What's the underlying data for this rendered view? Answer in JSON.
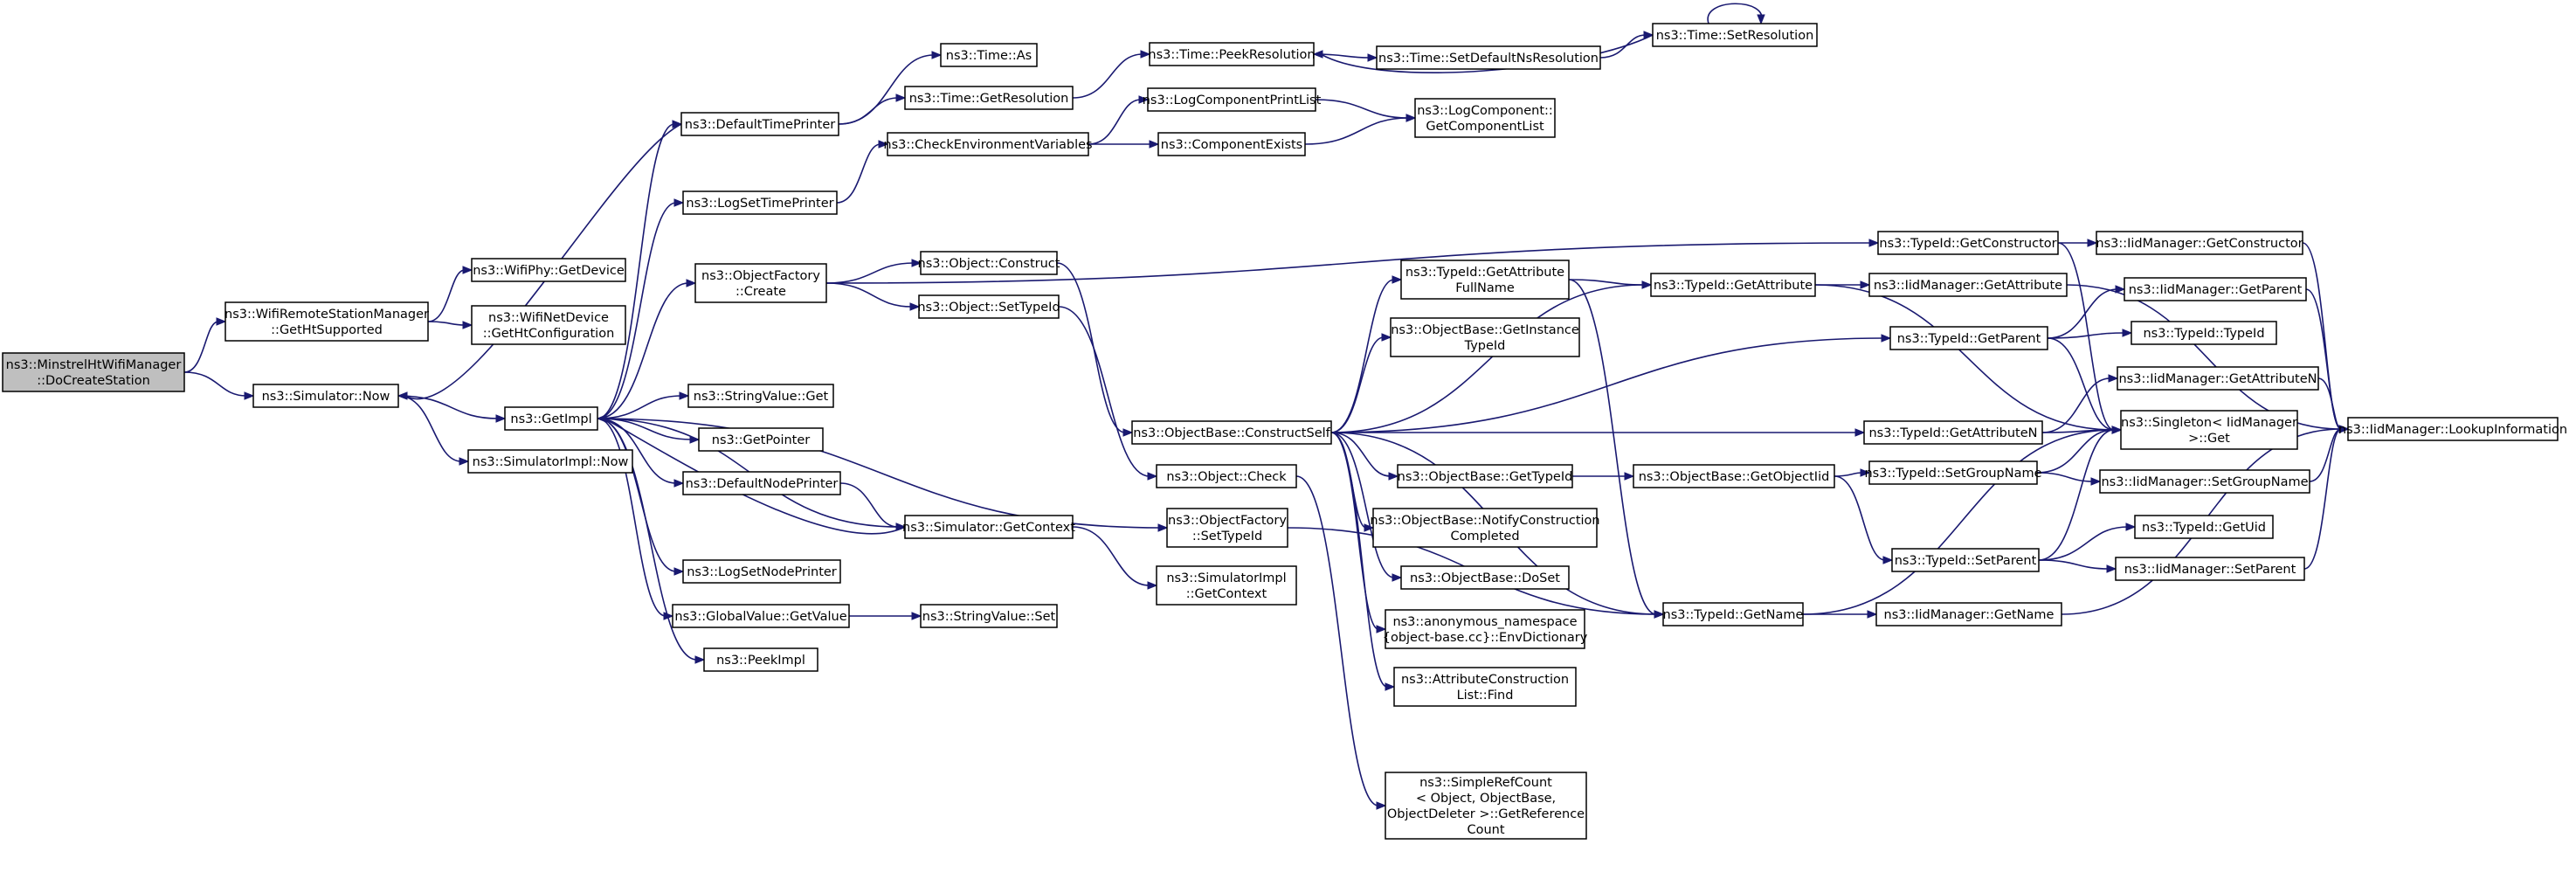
{
  "nodes": [
    {
      "id": "root",
      "lines": [
        "ns3::MinstrelHtWifiManager",
        "::DoCreateStation"
      ]
    },
    {
      "id": "getHtSupported",
      "lines": [
        "ns3::WifiRemoteStationManager",
        "::GetHtSupported"
      ]
    },
    {
      "id": "simNow",
      "lines": [
        "ns3::Simulator::Now"
      ]
    },
    {
      "id": "getDevice",
      "lines": [
        "ns3::WifiPhy::GetDevice"
      ]
    },
    {
      "id": "getHtConfig",
      "lines": [
        "ns3::WifiNetDevice",
        "::GetHtConfiguration"
      ]
    },
    {
      "id": "getImpl",
      "lines": [
        "ns3::GetImpl"
      ]
    },
    {
      "id": "simImplNow",
      "lines": [
        "ns3::SimulatorImpl::Now"
      ]
    },
    {
      "id": "defaultTimePrinter",
      "lines": [
        "ns3::DefaultTimePrinter"
      ]
    },
    {
      "id": "logSetTimePrinter",
      "lines": [
        "ns3::LogSetTimePrinter"
      ]
    },
    {
      "id": "objFactoryCreate",
      "lines": [
        "ns3::ObjectFactory",
        "::Create"
      ]
    },
    {
      "id": "stringValueGet",
      "lines": [
        "ns3::StringValue::Get"
      ]
    },
    {
      "id": "getPointer",
      "lines": [
        "ns3::GetPointer"
      ]
    },
    {
      "id": "defaultNodePrinter",
      "lines": [
        "ns3::DefaultNodePrinter"
      ]
    },
    {
      "id": "logSetNodePrinter",
      "lines": [
        "ns3::LogSetNodePrinter"
      ]
    },
    {
      "id": "globalValueGetValue",
      "lines": [
        "ns3::GlobalValue::GetValue"
      ]
    },
    {
      "id": "peekImpl",
      "lines": [
        "ns3::PeekImpl"
      ]
    },
    {
      "id": "timeAs",
      "lines": [
        "ns3::Time::As"
      ]
    },
    {
      "id": "timeGetResolution",
      "lines": [
        "ns3::Time::GetResolution"
      ]
    },
    {
      "id": "checkEnvVars",
      "lines": [
        "ns3::CheckEnvironmentVariables"
      ]
    },
    {
      "id": "objectConstruct",
      "lines": [
        "ns3::Object::Construct"
      ]
    },
    {
      "id": "objectSetTypeId",
      "lines": [
        "ns3::Object::SetTypeId"
      ]
    },
    {
      "id": "simGetContext",
      "lines": [
        "ns3::Simulator::GetContext"
      ]
    },
    {
      "id": "stringValueSet",
      "lines": [
        "ns3::StringValue::Set"
      ]
    },
    {
      "id": "objectCheck",
      "lines": [
        "ns3::Object::Check"
      ]
    },
    {
      "id": "objFactorySetTypeId",
      "lines": [
        "ns3::ObjectFactory",
        "::SetTypeId"
      ]
    },
    {
      "id": "simImplGetContext",
      "lines": [
        "ns3::SimulatorImpl",
        "::GetContext"
      ]
    },
    {
      "id": "timePeekResolution",
      "lines": [
        "ns3::Time::PeekResolution"
      ]
    },
    {
      "id": "logComponentPrintList",
      "lines": [
        "ns3::LogComponentPrintList"
      ]
    },
    {
      "id": "componentExists",
      "lines": [
        "ns3::ComponentExists"
      ]
    },
    {
      "id": "objBaseConstructSelf",
      "lines": [
        "ns3::ObjectBase::ConstructSelf"
      ]
    },
    {
      "id": "timeSetDefaultNsRes",
      "lines": [
        "ns3::Time::SetDefaultNsResolution"
      ]
    },
    {
      "id": "timeSetResolution",
      "lines": [
        "ns3::Time::SetResolution"
      ]
    },
    {
      "id": "logCompGetList",
      "lines": [
        "ns3::LogComponent::",
        "GetComponentList"
      ]
    },
    {
      "id": "typeIdGetAttrFullName",
      "lines": [
        "ns3::TypeId::GetAttribute",
        "FullName"
      ]
    },
    {
      "id": "objBaseGetInstanceTypeId",
      "lines": [
        "ns3::ObjectBase::GetInstance",
        "TypeId"
      ]
    },
    {
      "id": "objBaseGetTypeId",
      "lines": [
        "ns3::ObjectBase::GetTypeId"
      ]
    },
    {
      "id": "objBaseNotifyConstruction",
      "lines": [
        "ns3::ObjectBase::NotifyConstruction",
        "Completed"
      ]
    },
    {
      "id": "objBaseDoSet",
      "lines": [
        "ns3::ObjectBase::DoSet"
      ]
    },
    {
      "id": "anonEnvDictionary",
      "lines": [
        "ns3::anonymous_namespace",
        "{object-base.cc}::EnvDictionary"
      ]
    },
    {
      "id": "attrConstructionListFind",
      "lines": [
        "ns3::AttributeConstruction",
        "List::Find"
      ]
    },
    {
      "id": "simpleRefCountGetRef",
      "lines": [
        "ns3::SimpleRefCount",
        "< Object, ObjectBase,",
        " ObjectDeleter >::GetReference",
        "Count"
      ]
    },
    {
      "id": "typeIdGetConstructor",
      "lines": [
        "ns3::TypeId::GetConstructor"
      ]
    },
    {
      "id": "typeIdGetAttribute",
      "lines": [
        "ns3::TypeId::GetAttribute"
      ]
    },
    {
      "id": "typeIdGetParent",
      "lines": [
        "ns3::TypeId::GetParent"
      ]
    },
    {
      "id": "typeIdGetAttributeN",
      "lines": [
        "ns3::TypeId::GetAttributeN"
      ]
    },
    {
      "id": "objBaseGetObjectIid",
      "lines": [
        "ns3::ObjectBase::GetObjectIid"
      ]
    },
    {
      "id": "typeIdGetName",
      "lines": [
        "ns3::TypeId::GetName"
      ]
    },
    {
      "id": "typeIdSetGroupName",
      "lines": [
        "ns3::TypeId::SetGroupName"
      ]
    },
    {
      "id": "typeIdSetParent",
      "lines": [
        "ns3::TypeId::SetParent"
      ]
    },
    {
      "id": "iidGetConstructor",
      "lines": [
        "ns3::IidManager::GetConstructor"
      ]
    },
    {
      "id": "iidGetAttribute",
      "lines": [
        "ns3::IidManager::GetAttribute"
      ]
    },
    {
      "id": "iidGetParent",
      "lines": [
        "ns3::IidManager::GetParent"
      ]
    },
    {
      "id": "typeIdTypeId",
      "lines": [
        "ns3::TypeId::TypeId"
      ]
    },
    {
      "id": "iidGetAttributeN",
      "lines": [
        "ns3::IidManager::GetAttributeN"
      ]
    },
    {
      "id": "singletonIidGet",
      "lines": [
        "ns3::Singleton< IidManager",
        " >::Get"
      ]
    },
    {
      "id": "iidSetGroupName",
      "lines": [
        "ns3::IidManager::SetGroupName"
      ]
    },
    {
      "id": "typeIdGetUid",
      "lines": [
        "ns3::TypeId::GetUid"
      ]
    },
    {
      "id": "iidSetParent",
      "lines": [
        "ns3::IidManager::SetParent"
      ]
    },
    {
      "id": "iidGetName",
      "lines": [
        "ns3::IidManager::GetName"
      ]
    },
    {
      "id": "iidLookupInformation",
      "lines": [
        "ns3::IidManager::LookupInformation"
      ]
    }
  ],
  "edges": [
    [
      "root",
      "getHtSupported"
    ],
    [
      "root",
      "simNow"
    ],
    [
      "getHtSupported",
      "getDevice"
    ],
    [
      "getHtSupported",
      "getHtConfig"
    ],
    [
      "simNow",
      "getImpl"
    ],
    [
      "simNow",
      "simImplNow"
    ],
    [
      "getImpl",
      "defaultTimePrinter"
    ],
    [
      "getImpl",
      "logSetTimePrinter"
    ],
    [
      "getImpl",
      "objFactoryCreate"
    ],
    [
      "getImpl",
      "stringValueGet"
    ],
    [
      "getImpl",
      "getPointer"
    ],
    [
      "getImpl",
      "defaultNodePrinter"
    ],
    [
      "getImpl",
      "simGetContext"
    ],
    [
      "getImpl",
      "logSetNodePrinter"
    ],
    [
      "getImpl",
      "globalValueGetValue"
    ],
    [
      "getImpl",
      "peekImpl"
    ],
    [
      "getImpl",
      "objFactorySetTypeId"
    ],
    [
      "defaultTimePrinter",
      "simNow"
    ],
    [
      "defaultTimePrinter",
      "timeAs"
    ],
    [
      "defaultTimePrinter",
      "timeGetResolution"
    ],
    [
      "logSetTimePrinter",
      "checkEnvVars"
    ],
    [
      "objFactoryCreate",
      "objectConstruct"
    ],
    [
      "objFactoryCreate",
      "objectSetTypeId"
    ],
    [
      "objFactoryCreate",
      "typeIdGetConstructor"
    ],
    [
      "defaultNodePrinter",
      "simGetContext"
    ],
    [
      "simGetContext",
      "getImpl"
    ],
    [
      "simGetContext",
      "simImplGetContext"
    ],
    [
      "globalValueGetValue",
      "stringValueSet"
    ],
    [
      "timeGetResolution",
      "timePeekResolution"
    ],
    [
      "checkEnvVars",
      "logComponentPrintList"
    ],
    [
      "checkEnvVars",
      "componentExists"
    ],
    [
      "objectConstruct",
      "objBaseConstructSelf"
    ],
    [
      "objectSetTypeId",
      "objectCheck"
    ],
    [
      "objFactorySetTypeId",
      "typeIdGetName"
    ],
    [
      "timePeekResolution",
      "timeSetDefaultNsRes"
    ],
    [
      "timeSetDefaultNsRes",
      "timeSetResolution"
    ],
    [
      "timeSetResolution",
      "timePeekResolution"
    ],
    [
      "timeSetResolution",
      "timeSetResolution"
    ],
    [
      "logComponentPrintList",
      "logCompGetList"
    ],
    [
      "componentExists",
      "logCompGetList"
    ],
    [
      "objBaseConstructSelf",
      "typeIdGetAttrFullName"
    ],
    [
      "objBaseConstructSelf",
      "typeIdGetAttribute"
    ],
    [
      "objBaseConstructSelf",
      "objBaseGetInstanceTypeId"
    ],
    [
      "objBaseConstructSelf",
      "typeIdGetParent"
    ],
    [
      "objBaseConstructSelf",
      "typeIdGetAttributeN"
    ],
    [
      "objBaseConstructSelf",
      "objBaseGetTypeId"
    ],
    [
      "objBaseConstructSelf",
      "objBaseNotifyConstruction"
    ],
    [
      "objBaseConstructSelf",
      "objBaseDoSet"
    ],
    [
      "objBaseConstructSelf",
      "anonEnvDictionary"
    ],
    [
      "objBaseConstructSelf",
      "attrConstructionListFind"
    ],
    [
      "objBaseConstructSelf",
      "typeIdGetName"
    ],
    [
      "objectCheck",
      "simpleRefCountGetRef"
    ],
    [
      "typeIdGetAttrFullName",
      "typeIdGetAttribute"
    ],
    [
      "typeIdGetAttrFullName",
      "typeIdGetName"
    ],
    [
      "objBaseGetTypeId",
      "objBaseGetObjectIid"
    ],
    [
      "objBaseGetObjectIid",
      "typeIdSetGroupName"
    ],
    [
      "objBaseGetObjectIid",
      "typeIdSetParent"
    ],
    [
      "typeIdGetConstructor",
      "iidGetConstructor"
    ],
    [
      "typeIdGetConstructor",
      "singletonIidGet"
    ],
    [
      "typeIdGetAttribute",
      "iidGetAttribute"
    ],
    [
      "typeIdGetAttribute",
      "singletonIidGet"
    ],
    [
      "typeIdGetParent",
      "iidGetParent"
    ],
    [
      "typeIdGetParent",
      "typeIdTypeId"
    ],
    [
      "typeIdGetParent",
      "singletonIidGet"
    ],
    [
      "typeIdGetAttributeN",
      "iidGetAttributeN"
    ],
    [
      "typeIdGetAttributeN",
      "singletonIidGet"
    ],
    [
      "typeIdSetGroupName",
      "iidSetGroupName"
    ],
    [
      "typeIdSetGroupName",
      "singletonIidGet"
    ],
    [
      "typeIdSetParent",
      "typeIdGetUid"
    ],
    [
      "typeIdSetParent",
      "iidSetParent"
    ],
    [
      "typeIdSetParent",
      "singletonIidGet"
    ],
    [
      "typeIdGetName",
      "iidGetName"
    ],
    [
      "typeIdGetName",
      "singletonIidGet"
    ],
    [
      "iidGetConstructor",
      "iidLookupInformation"
    ],
    [
      "iidGetAttribute",
      "iidLookupInformation"
    ],
    [
      "iidGetParent",
      "iidLookupInformation"
    ],
    [
      "iidGetAttributeN",
      "iidLookupInformation"
    ],
    [
      "iidSetGroupName",
      "iidLookupInformation"
    ],
    [
      "iidSetParent",
      "iidLookupInformation"
    ],
    [
      "iidGetName",
      "iidLookupInformation"
    ]
  ]
}
